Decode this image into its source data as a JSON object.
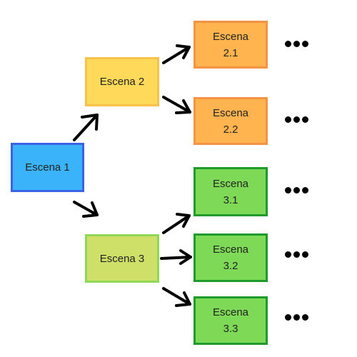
{
  "nodes": {
    "n1": {
      "lines": [
        "Escena 1"
      ],
      "fill": "#3bb3fb",
      "border": "#3a63e8"
    },
    "n2": {
      "lines": [
        "Escena 2"
      ],
      "fill": "#ffd95a",
      "border": "#f7c24a"
    },
    "n3": {
      "lines": [
        "Escena 3"
      ],
      "fill": "#cfe069",
      "border": "#8fd85a"
    },
    "n21": {
      "lines": [
        "Escena",
        "2.1"
      ],
      "fill": "#ffb44f",
      "border": "#f59342"
    },
    "n22": {
      "lines": [
        "Escena",
        "2.2"
      ],
      "fill": "#ffb44f",
      "border": "#f59342"
    },
    "n31": {
      "lines": [
        "Escena",
        "3.1"
      ],
      "fill": "#7ed957",
      "border": "#1f9a2c"
    },
    "n32": {
      "lines": [
        "Escena",
        "3.2"
      ],
      "fill": "#7ed957",
      "border": "#1f9a2c"
    },
    "n33": {
      "lines": [
        "Escena",
        "3.3"
      ],
      "fill": "#7ed957",
      "border": "#1f9a2c"
    }
  },
  "edges": [
    {
      "from": "n1",
      "to": "n2"
    },
    {
      "from": "n1",
      "to": "n3"
    },
    {
      "from": "n2",
      "to": "n21"
    },
    {
      "from": "n2",
      "to": "n22"
    },
    {
      "from": "n3",
      "to": "n31"
    },
    {
      "from": "n3",
      "to": "n32"
    },
    {
      "from": "n3",
      "to": "n33"
    }
  ],
  "continuation_marker": "ellipsis-dots"
}
